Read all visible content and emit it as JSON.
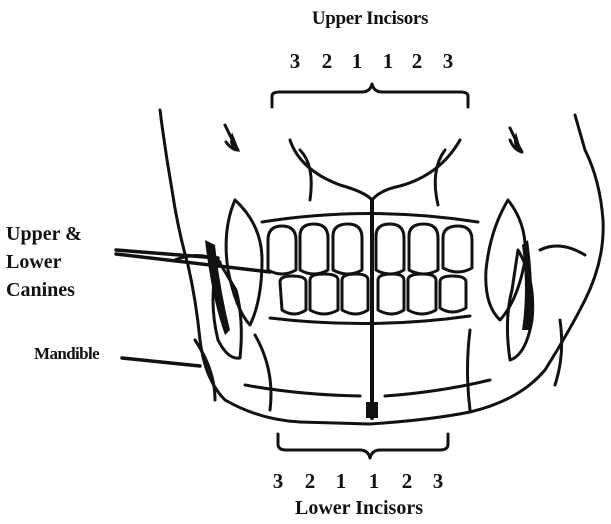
{
  "labels": {
    "upper_incisors": "Upper Incisors",
    "lower_incisors": "Lower Incisors",
    "canines_line1": "Upper &",
    "canines_line2": "Lower",
    "canines_line3": "Canines",
    "mandible": "Mandible"
  },
  "upper_numbers": [
    "3",
    "2",
    "1",
    "1",
    "2",
    "3"
  ],
  "lower_numbers": [
    "3",
    "2",
    "1",
    "1",
    "2",
    "3"
  ],
  "colors": {
    "ink": "#111111",
    "background": "#ffffff"
  }
}
